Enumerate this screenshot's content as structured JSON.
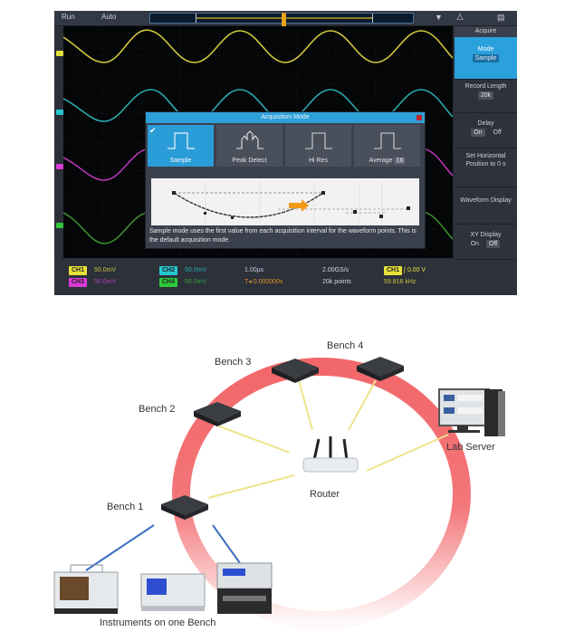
{
  "scope": {
    "topbar": {
      "run_label": "Run",
      "auto_label": "Auto",
      "icons": [
        "wifi-icon",
        "network-icon",
        "save-icon"
      ]
    },
    "channels": [
      {
        "id": "CH1",
        "color": "#e6e23a"
      },
      {
        "id": "CH2",
        "color": "#25c7cf"
      },
      {
        "id": "CH3",
        "color": "#d93ad8"
      },
      {
        "id": "CH4",
        "color": "#2ec83a"
      }
    ],
    "side_menu": {
      "title": "Acquire",
      "items": [
        {
          "label": "Mode",
          "value": "Sample",
          "active": true
        },
        {
          "label": "Record Length",
          "value": "20k",
          "active": false
        },
        {
          "label": "Delay",
          "options": [
            "On",
            "Off"
          ],
          "active": false
        },
        {
          "label": "Set Horizontal Position to 0 s",
          "active": false
        },
        {
          "label": "Waveform Display",
          "active": false
        },
        {
          "label": "XY Display",
          "options": [
            "On",
            "Off"
          ],
          "active": false
        }
      ]
    },
    "dialog": {
      "title": "Acquisition Mode",
      "modes": [
        {
          "label": "Sample",
          "selected": true
        },
        {
          "label": "Peak Detect",
          "selected": false
        },
        {
          "label": "Hi Res",
          "selected": false
        },
        {
          "label": "Average",
          "count": "16",
          "selected": false
        }
      ],
      "description": "Sample mode uses the first value from each acquisition interval for the waveform points. This is the default acquisition mode."
    },
    "status": {
      "ch1": {
        "badge": "CH1",
        "scale": "50.0mV"
      },
      "ch2": {
        "badge": "CH2",
        "scale": "50.0mV"
      },
      "ch3": {
        "badge": "CH3",
        "scale": "50.0mV"
      },
      "ch4": {
        "badge": "CH4",
        "scale": "50.0mV"
      },
      "timebase": "1.00µs",
      "trigger_delay": "0.000000s",
      "sample_rate": "2.00GS/s",
      "record_points": "20k points",
      "trigger_source": "CH1",
      "trigger_level": "0.00 V",
      "frequency": "59.816 kHz"
    }
  },
  "network": {
    "benches": [
      {
        "label": "Bench 1"
      },
      {
        "label": "Bench 2"
      },
      {
        "label": "Bench 3"
      },
      {
        "label": "Bench 4"
      }
    ],
    "router_label": "Router",
    "server_label": "Lab Server",
    "instruments_label": "Instruments on one Bench",
    "ring_color": "#f2676a",
    "wireless_link_color": "#efe38a",
    "wired_link_color": "#3a6fc2"
  }
}
